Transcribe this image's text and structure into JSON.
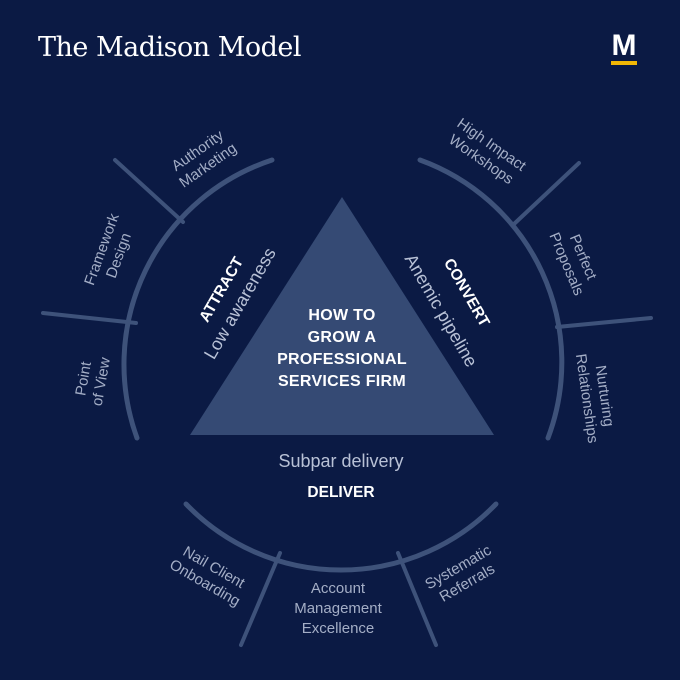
{
  "header": {
    "title": "The Madison Model",
    "logo_letter": "M"
  },
  "center": {
    "lines": [
      "HOW TO",
      "GROW A",
      "PROFESSIONAL",
      "SERVICES FIRM"
    ]
  },
  "stages": {
    "attract": {
      "name": "ATTRACT",
      "problem": "Low awareness"
    },
    "convert": {
      "name": "CONVERT",
      "problem": "Anemic pipeline"
    },
    "deliver": {
      "name": "DELIVER",
      "problem": "Subpar delivery"
    }
  },
  "tactics": {
    "attract": [
      {
        "lines": [
          "Authority",
          "Marketing"
        ]
      },
      {
        "lines": [
          "Framework",
          "Design"
        ]
      },
      {
        "lines": [
          "Point",
          "of View"
        ]
      }
    ],
    "convert": [
      {
        "lines": [
          "High Impact",
          "Workshops"
        ]
      },
      {
        "lines": [
          "Perfect",
          "Proposals"
        ]
      },
      {
        "lines": [
          "Nurturing",
          "Relationships"
        ]
      }
    ],
    "deliver": [
      {
        "lines": [
          "Nail Client",
          "Onboarding"
        ]
      },
      {
        "lines": [
          "Account",
          "Management",
          "Excellence"
        ]
      },
      {
        "lines": [
          "Systematic",
          "Referrals"
        ]
      }
    ]
  },
  "colors": {
    "background": "#0b1a44",
    "triangle": "#354a74",
    "ring": "#3e527a",
    "accent": "#f2b705",
    "text_primary": "#ffffff",
    "text_muted": "#a4aec6"
  }
}
